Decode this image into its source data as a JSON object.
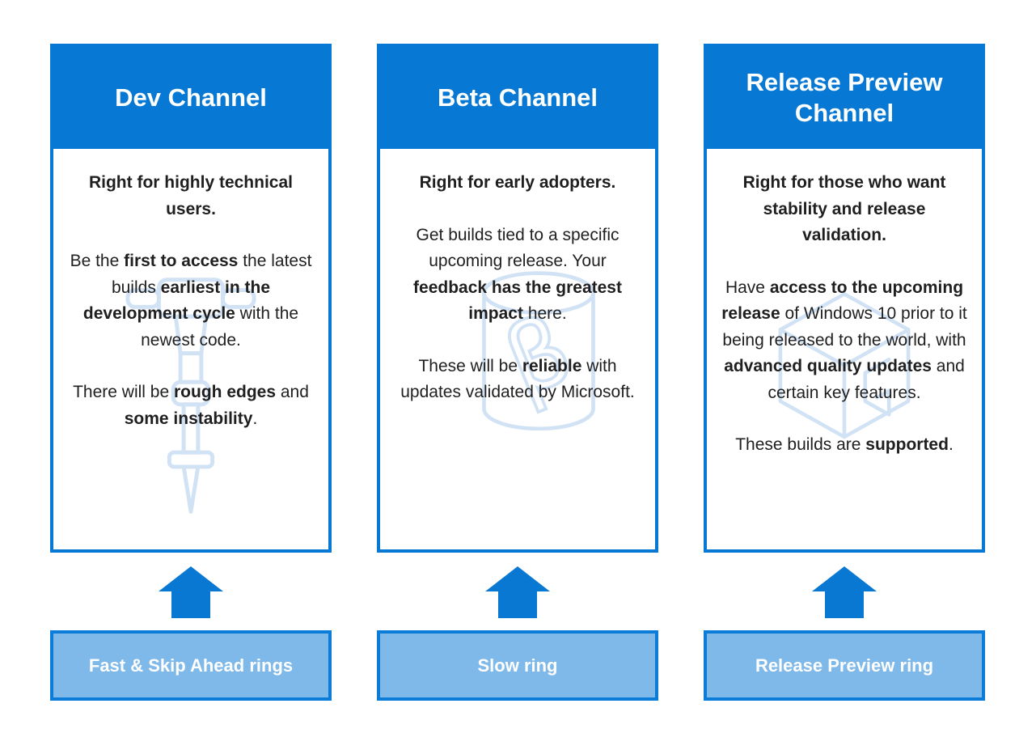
{
  "diagram": {
    "colors": {
      "header_blue": "#0778D4",
      "card_border": "#0778D4",
      "arrow_blue": "#0878D3",
      "ring_fill": "#7FB9E9",
      "ring_border": "#0C7CD9",
      "watermark_stroke": "#D2E2F5",
      "body_text": "#1F1F1F",
      "title_text": "#FFFFFF"
    },
    "columns": [
      {
        "title": "Dev Channel",
        "watermark": "jackhammer",
        "paragraphs": [
          {
            "segments": [
              {
                "text": "Right for highly technical users.",
                "bold": true
              }
            ]
          },
          {
            "segments": [
              {
                "text": "Be the ",
                "bold": false
              },
              {
                "text": "first to access",
                "bold": true
              },
              {
                "text": " the latest builds ",
                "bold": false
              },
              {
                "text": "earliest in the development cycle",
                "bold": true
              },
              {
                "text": " with the newest code.",
                "bold": false
              }
            ]
          },
          {
            "segments": [
              {
                "text": "There will be ",
                "bold": false
              },
              {
                "text": "rough edges",
                "bold": true
              },
              {
                "text": " and ",
                "bold": false
              },
              {
                "text": "some instability",
                "bold": true
              },
              {
                "text": ".",
                "bold": false
              }
            ]
          }
        ],
        "ring_label": "Fast & Skip Ahead rings"
      },
      {
        "title": "Beta Channel",
        "watermark": "beta-cylinder",
        "paragraphs": [
          {
            "segments": [
              {
                "text": "Right for early adopters.",
                "bold": true
              }
            ]
          },
          {
            "segments": [
              {
                "text": "Get builds tied to a specific upcoming release. Your ",
                "bold": false
              },
              {
                "text": "feedback has the greatest impact",
                "bold": true
              },
              {
                "text": " here.",
                "bold": false
              }
            ]
          },
          {
            "segments": [
              {
                "text": "These will be ",
                "bold": false
              },
              {
                "text": "reliable",
                "bold": true
              },
              {
                "text": " with updates validated by Microsoft.",
                "bold": false
              }
            ]
          }
        ],
        "ring_label": "Slow ring"
      },
      {
        "title": "Release Preview Channel",
        "watermark": "cube",
        "paragraphs": [
          {
            "segments": [
              {
                "text": "Right for those who want stability and release validation.",
                "bold": true
              }
            ]
          },
          {
            "segments": [
              {
                "text": "Have ",
                "bold": false
              },
              {
                "text": "access to the upcoming release",
                "bold": true
              },
              {
                "text": " of Windows 10 prior to it being released to the world, with ",
                "bold": false
              },
              {
                "text": "advanced quality updates",
                "bold": true
              },
              {
                "text": " and certain key features.",
                "bold": false
              }
            ]
          },
          {
            "segments": [
              {
                "text": "These builds are ",
                "bold": false
              },
              {
                "text": "supported",
                "bold": true
              },
              {
                "text": ".",
                "bold": false
              }
            ]
          }
        ],
        "ring_label": "Release Preview ring"
      }
    ]
  }
}
